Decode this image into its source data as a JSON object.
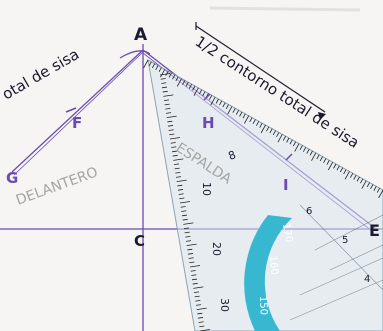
{
  "labels": {
    "top_left_text": "otal de sisa",
    "point_a": "A",
    "top_right_text_part1": "1/2 contorno total de sisa",
    "point_f": "F",
    "point_h": "H",
    "point_g": "G",
    "pencil_delantero": "DELANTERO",
    "pencil_espalda": "ESPALDA",
    "point_i": "I",
    "point_c": "C",
    "point_e": "E"
  },
  "ruler": {
    "scale_numbers": [
      "8",
      "10",
      "20",
      "30"
    ],
    "arc_numbers": [
      "170",
      "160",
      "150"
    ],
    "edge_numbers": [
      "6",
      "5",
      "4"
    ]
  },
  "colors": {
    "ink": "#1b1a2e",
    "construction": "#6a4bb0",
    "pencil": "#9a9a9a",
    "ruler_tint": "#d9e4ec",
    "ruler_accent": "#38b8d0"
  }
}
